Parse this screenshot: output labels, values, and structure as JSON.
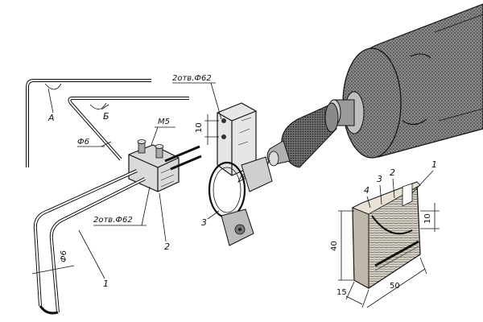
{
  "labels": {
    "angle_a": "А",
    "angle_b": "Б",
    "rod_dia_top": "Ф6",
    "rod_dia_bottom": "Ф6",
    "screw": "М5",
    "block_holes": "2отв.Ф62",
    "clamp_holes": "2отв.Ф62",
    "part_1_rod": "1",
    "part_2_block": "2",
    "part_3_clamp": "3",
    "wood_1": "1",
    "wood_2": "2",
    "wood_3": "3",
    "wood_4": "4"
  },
  "dimensions": {
    "clamp_gap": "10",
    "wood_height": "40",
    "wood_depth": "15",
    "wood_width": "50",
    "wood_slot": "10"
  },
  "colors": {
    "ink": "#111111",
    "background": "#ffffff",
    "shade": "#555555"
  }
}
